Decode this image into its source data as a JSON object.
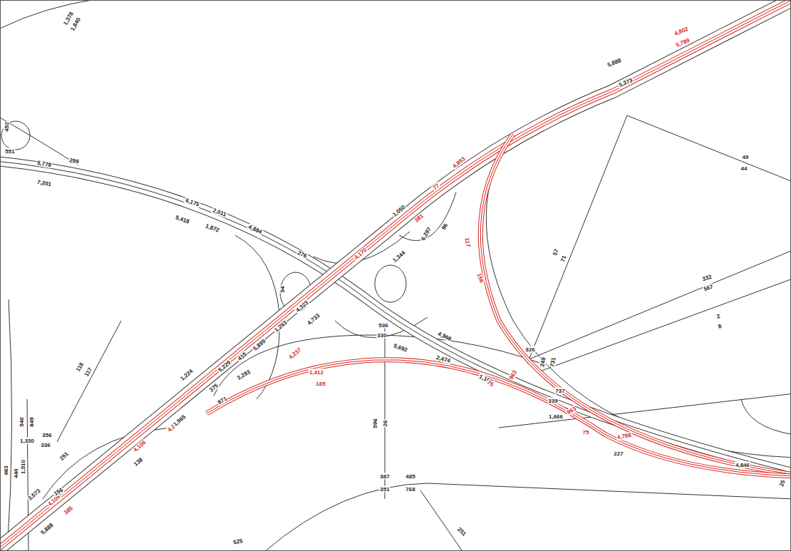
{
  "diagram": {
    "labels": [
      "1,378",
      "1,840",
      "452",
      "551",
      "5,778",
      "299",
      "7,201",
      "6,175",
      "2,011",
      "4,884",
      "276",
      "5,418",
      "1,872",
      "54",
      "1,050",
      "1,344",
      "6,297",
      "96",
      "5,888",
      "5,373",
      "4,802",
      "5,789",
      "4,893",
      "77",
      "381",
      "4,170",
      "4,323",
      "1,293",
      "4,733",
      "4,237",
      "5,899",
      "415",
      "5,229",
      "1,224",
      "4,237",
      "3,283",
      "375",
      "871",
      "1,965",
      "4,106",
      "138",
      "4,106",
      "385",
      "3,573",
      "5,888",
      "483",
      "440",
      "540",
      "849",
      "1,330",
      "1,510",
      "118",
      "117",
      "356",
      "336",
      "251",
      "156",
      "536",
      "330",
      "4,966",
      "5,692",
      "2,474",
      "1,150",
      "1,412",
      "185",
      "75",
      "963",
      "117",
      "156",
      "57",
      "71",
      "49",
      "44",
      "332",
      "567",
      "2",
      "8",
      "326",
      "249",
      "731",
      "737",
      "339",
      "963",
      "1,666",
      "75",
      "4,766",
      "227",
      "4,846",
      "596",
      "26",
      "387",
      "351",
      "485",
      "768",
      "251",
      "525",
      "25"
    ]
  }
}
